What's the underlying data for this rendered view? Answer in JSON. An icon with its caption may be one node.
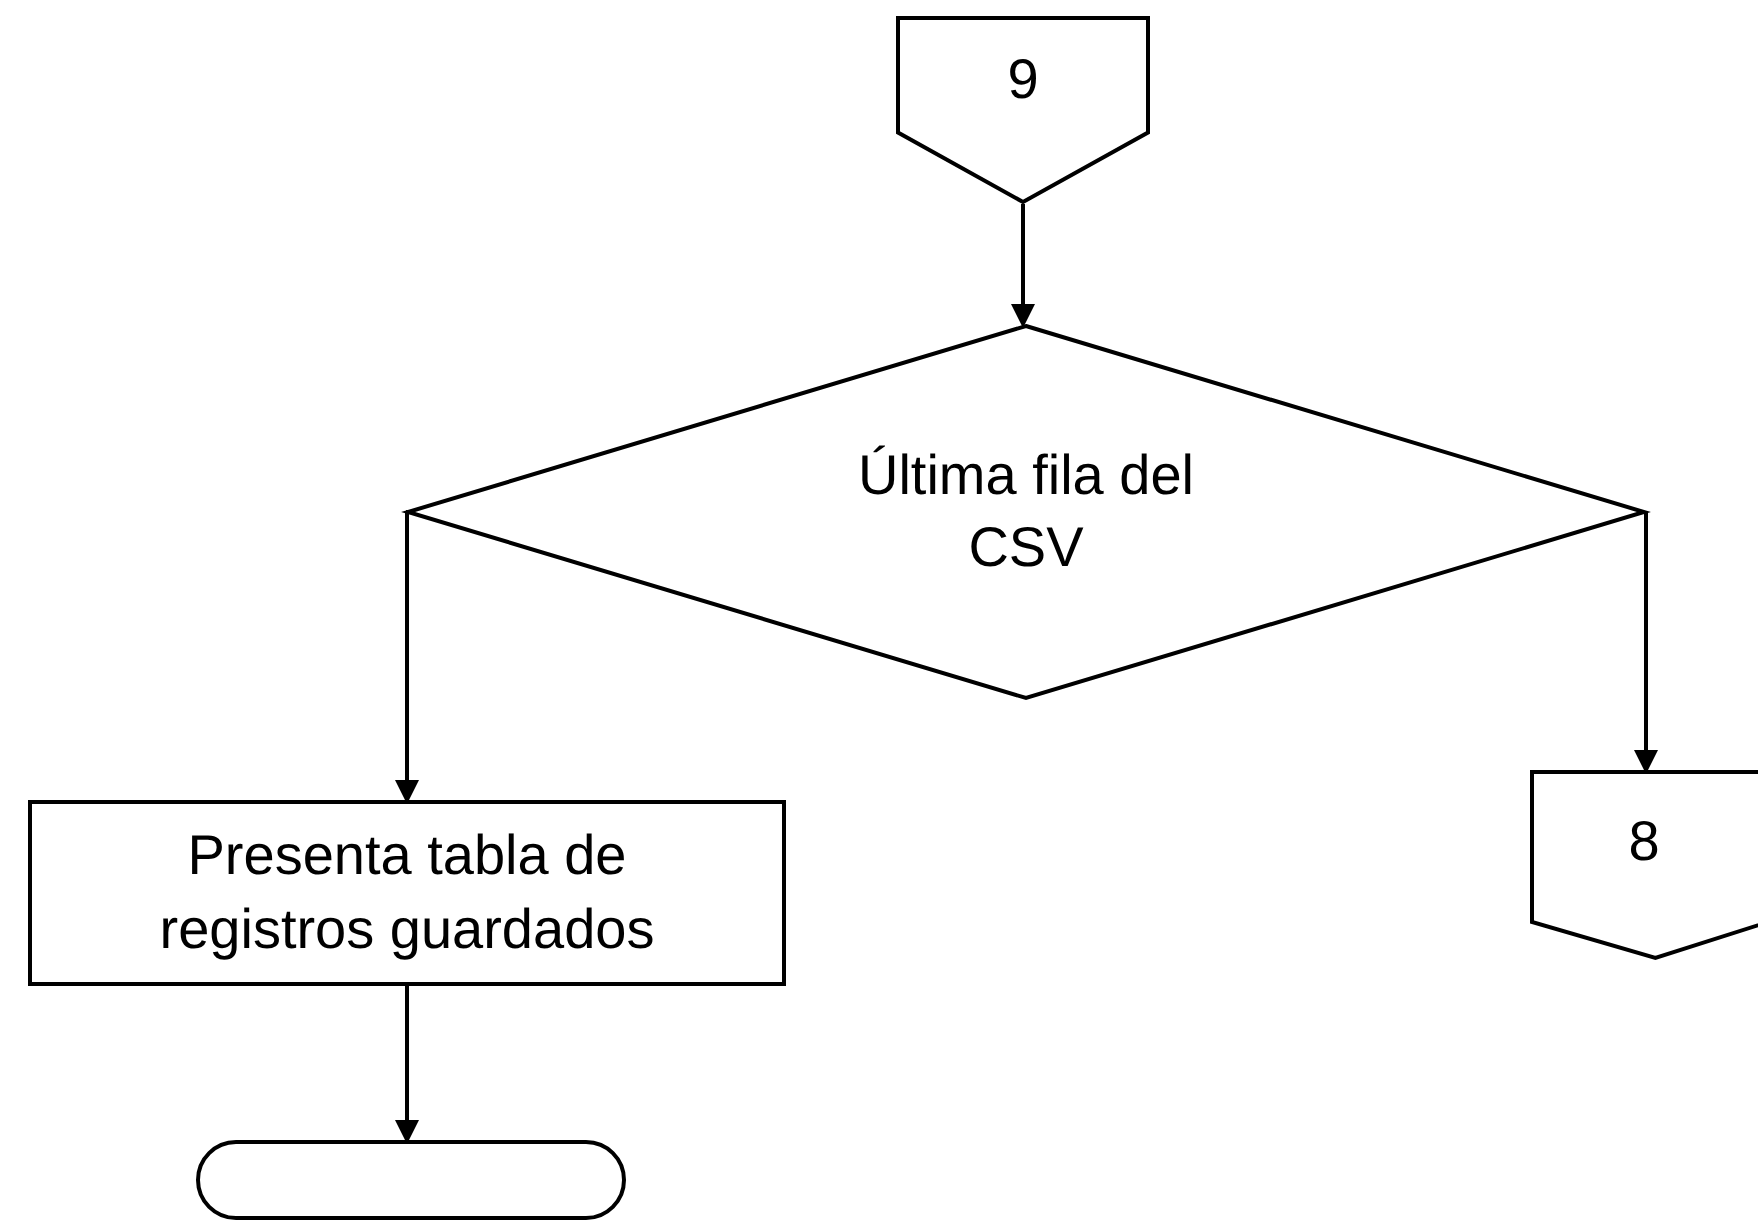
{
  "diagram": {
    "nodes": [
      {
        "text": [
          "9"
        ]
      },
      {
        "text": [
          "Última fila del CSV"
        ]
      },
      {
        "text": [
          "Presenta tabla de registros guardados"
        ]
      },
      {
        "text": [
          "8"
        ]
      },
      {
        "text": [],
        "shape": "box"
      }
    ],
    "edges": [
      {
        "from": 0,
        "to": 1,
        "arrow": "to"
      },
      {
        "from": 1,
        "to": 2,
        "arrow": "to"
      },
      {
        "from": 1,
        "to": 3,
        "arrow": "to"
      },
      {
        "from": 2,
        "to": 4,
        "arrow": "to"
      }
    ]
  }
}
